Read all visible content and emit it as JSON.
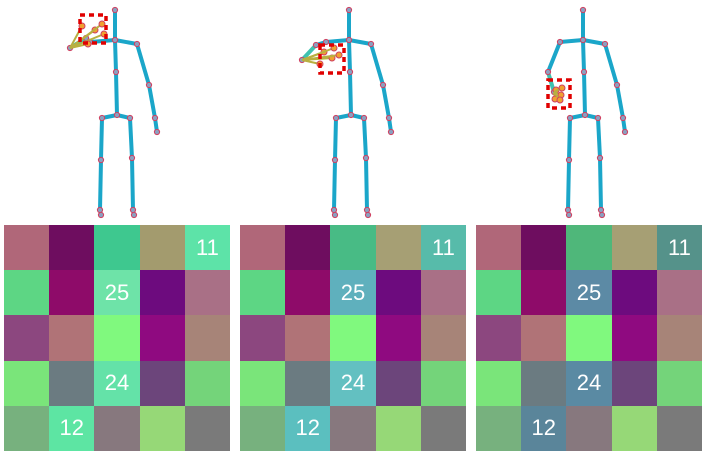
{
  "panels": [
    {
      "highlight_joints": "head-right-hand",
      "grid": [
        [
          "#b06779",
          "#6e0d5f",
          "#3ec88f",
          "#a39b6e",
          "#5de3a8"
        ],
        [
          "#5dd684",
          "#8e0b69",
          "#6ee3a8",
          "#6d0b7e",
          "#a97086"
        ],
        [
          "#8c477f",
          "#b07377",
          "#80f97e",
          "#8f0a80",
          "#a78478"
        ],
        [
          "#7ae57a",
          "#6b7b81",
          "#64e2a8",
          "#6c457b",
          "#74d47a"
        ],
        [
          "#77b17e",
          "#5de5a3",
          "#87787e",
          "#96d877",
          "#7a7a7a"
        ]
      ],
      "numbers": [
        {
          "r": 0,
          "c": 4,
          "text": "11"
        },
        {
          "r": 1,
          "c": 2,
          "text": "25"
        },
        {
          "r": 3,
          "c": 2,
          "text": "24"
        },
        {
          "r": 4,
          "c": 1,
          "text": "12"
        }
      ]
    },
    {
      "highlight_joints": "chest-right-hand",
      "grid": [
        [
          "#b06779",
          "#6e0d5f",
          "#48bb85",
          "#a69f74",
          "#57bbaa"
        ],
        [
          "#5dd684",
          "#8e0b69",
          "#5fb0bd",
          "#6d0b7e",
          "#a97086"
        ],
        [
          "#8c477f",
          "#b07377",
          "#80f97e",
          "#8f0a80",
          "#a78478"
        ],
        [
          "#7ae57a",
          "#6b7b81",
          "#63c0c1",
          "#6c457b",
          "#74d47a"
        ],
        [
          "#77b17e",
          "#5bbfbf",
          "#87787e",
          "#96d877",
          "#7a7a7a"
        ]
      ],
      "numbers": [
        {
          "r": 0,
          "c": 4,
          "text": "11"
        },
        {
          "r": 1,
          "c": 2,
          "text": "25"
        },
        {
          "r": 3,
          "c": 2,
          "text": "24"
        },
        {
          "r": 4,
          "c": 1,
          "text": "12"
        }
      ]
    },
    {
      "highlight_joints": "waist-right-hand",
      "grid": [
        [
          "#b06779",
          "#6e0d5f",
          "#4fb77a",
          "#a69f74",
          "#55928a"
        ],
        [
          "#5dd684",
          "#8e0b69",
          "#5c8aa5",
          "#6d0b7e",
          "#a97086"
        ],
        [
          "#8c477f",
          "#b07377",
          "#80f97e",
          "#8f0a80",
          "#a78478"
        ],
        [
          "#7ae57a",
          "#6b7b81",
          "#5a8aa3",
          "#6c457b",
          "#74d47a"
        ],
        [
          "#77b17e",
          "#5a859a",
          "#87787e",
          "#96d877",
          "#7a7a7a"
        ]
      ],
      "numbers": [
        {
          "r": 0,
          "c": 4,
          "text": "11"
        },
        {
          "r": 1,
          "c": 2,
          "text": "25"
        },
        {
          "r": 3,
          "c": 2,
          "text": "24"
        },
        {
          "r": 4,
          "c": 1,
          "text": "12"
        }
      ]
    }
  ],
  "colors": {
    "bone": "#1ba6c9",
    "bone_light": "#3fc2b0",
    "joint_fill": "#f0a030",
    "joint_stroke": "#d04060",
    "highlight_box": "#e00000"
  }
}
